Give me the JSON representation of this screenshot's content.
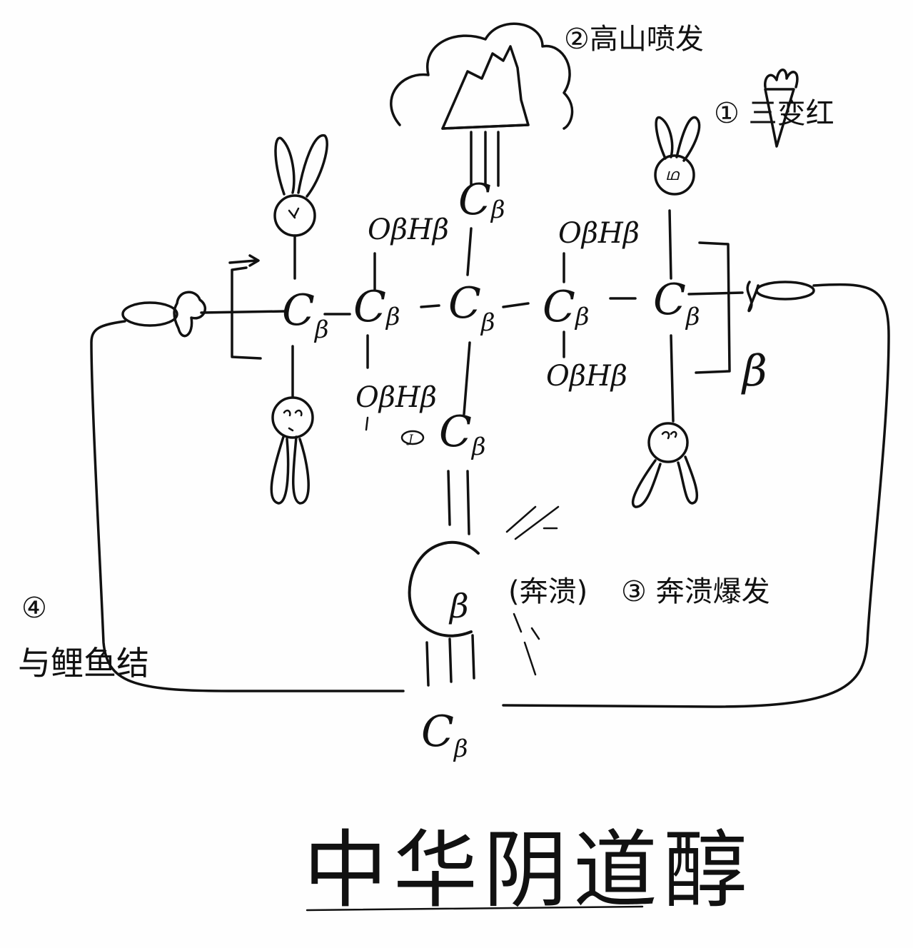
{
  "labels": {
    "carbon": "C",
    "beta": "β",
    "hydroxyl": "OβHβ",
    "bracket_beta": "β"
  },
  "annotations": {
    "mountain": "②高山喷发",
    "rabbit_ear": "① 三变红",
    "volcano": "③ 奔溃爆发",
    "volcano_paren": "(奔溃)",
    "left_note_marker": "④",
    "left_note": "与鲤鱼结"
  },
  "title": "中华阴道醇"
}
